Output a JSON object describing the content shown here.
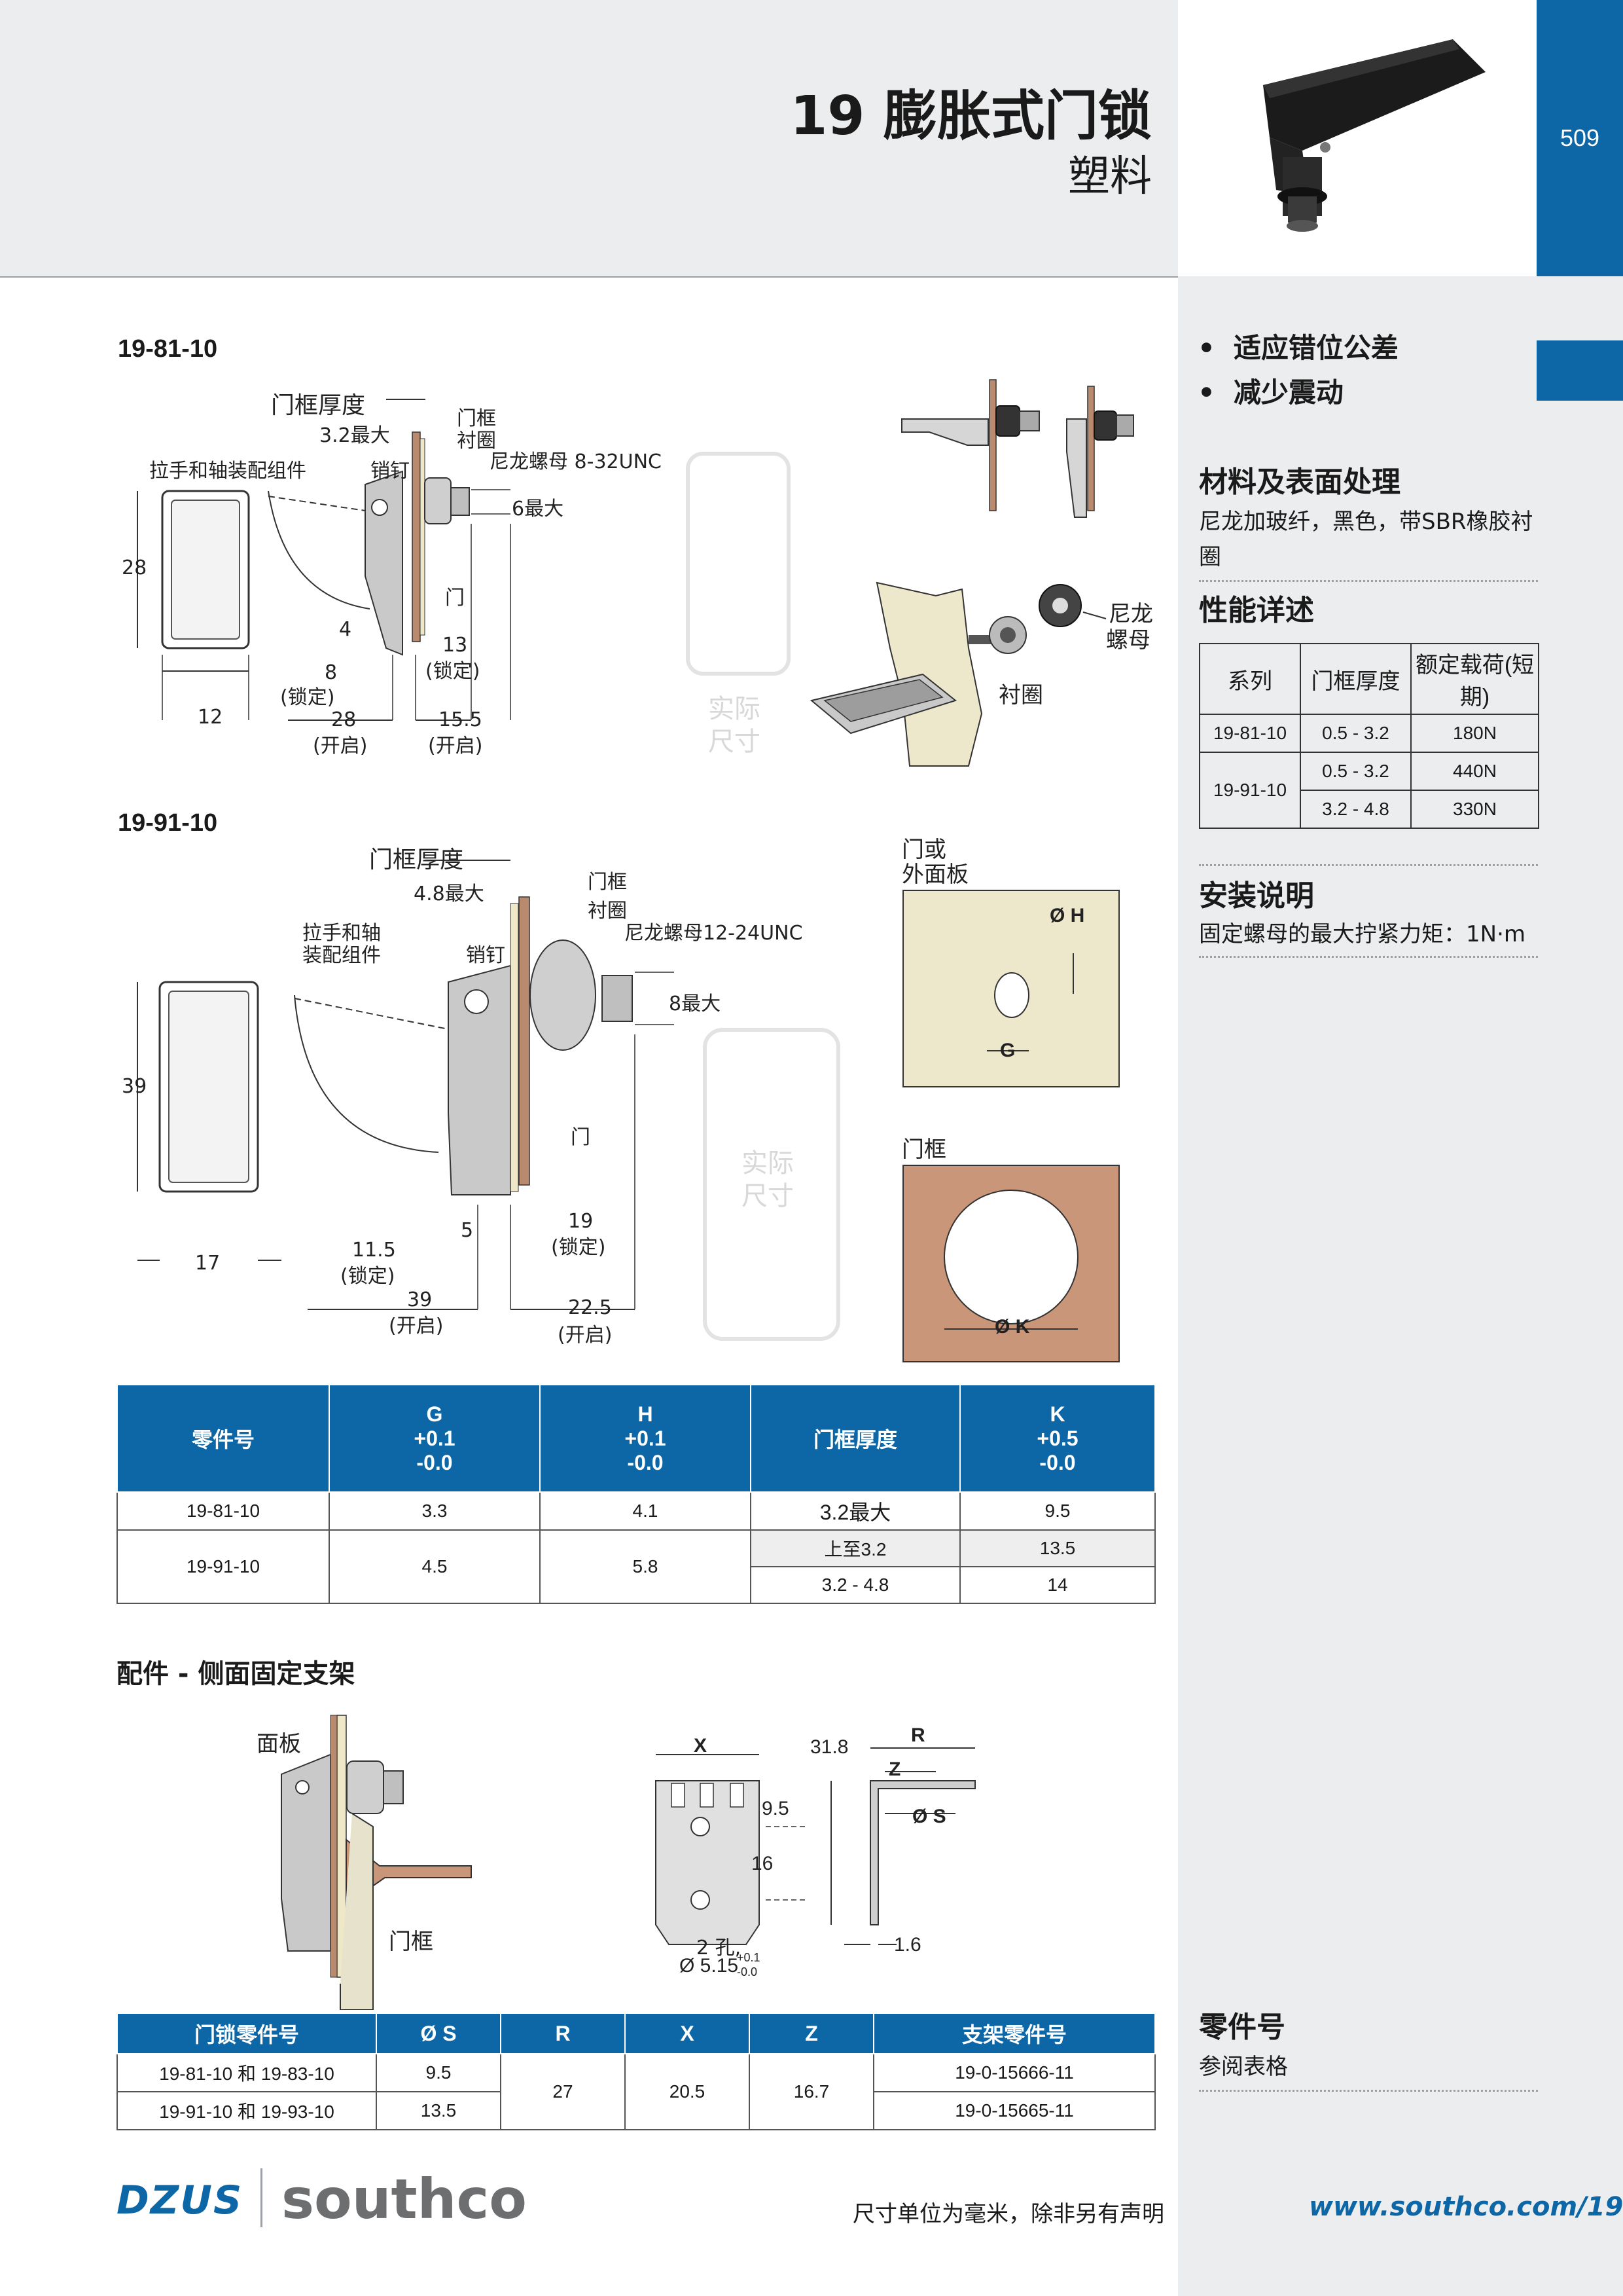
{
  "header": {
    "title": "19 膨胀式门锁",
    "subtitle": "塑料",
    "page_number": "509"
  },
  "sidebar": {
    "features": [
      "适应错位公差",
      "减少震动"
    ],
    "material_heading": "材料及表面处理",
    "material_text": "尼龙加玻纤，黑色，带SBR橡胶衬圈",
    "performance_heading": "性能详述",
    "performance_table": {
      "headers": [
        "系列",
        "门框厚度",
        "额定载荷(短期)"
      ],
      "rows": [
        [
          "19-81-10",
          "0.5 - 3.2",
          "180N"
        ],
        [
          "19-91-10",
          "0.5 - 3.2",
          "440N"
        ],
        [
          "",
          "3.2 - 4.8",
          "330N"
        ]
      ]
    },
    "install_heading": "安装说明",
    "install_text": "固定螺母的最大拧紧力矩：1N·m",
    "partno_heading": "零件号",
    "partno_text": "参阅表格"
  },
  "drawing1": {
    "part": "19-81-10",
    "labels": {
      "frame_thickness": "门框厚度",
      "max32": "3.2最大",
      "frame": "门框",
      "grommet": "衬圈",
      "nut": "尼龙螺母 8-32UNC",
      "handle": "拉手和轴装配组件",
      "pin": "销钉",
      "max6": "6最大",
      "door": "门",
      "h28": "28",
      "w12": "12",
      "d4": "4",
      "d8": "8",
      "locked": "(锁定)",
      "d13": "13",
      "d28": "28",
      "open": "(开启)",
      "d155": "15.5"
    }
  },
  "drawing2": {
    "part": "19-91-10",
    "labels": {
      "frame_thickness": "门框厚度",
      "max48": "4.8最大",
      "frame": "门框",
      "grommet": "衬圈",
      "nut": "尼龙螺母12-24UNC",
      "handle1": "拉手和轴",
      "handle2": "装配组件",
      "pin": "销钉",
      "max8": "8最大",
      "door": "门",
      "h39": "39",
      "w17": "17",
      "d5": "5",
      "d19": "19",
      "d115": "11.5",
      "d39": "39",
      "d225": "22.5",
      "locked": "(锁定)",
      "open": "(开启)"
    }
  },
  "iso": {
    "nut1": "尼龙",
    "nut2": "螺母",
    "grommet": "衬圈"
  },
  "cutouts": {
    "door_label1": "门或",
    "door_label2": "外面板",
    "h": "Ø H",
    "g": "G",
    "frame_label": "门框",
    "k": "Ø K"
  },
  "watermark": {
    "line1": "实际",
    "line2": "尺寸"
  },
  "main_table": {
    "headers": [
      "零件号",
      "G\n+0.1\n-0.0",
      "H\n+0.1\n-0.0",
      "门框厚度",
      "K\n+0.5\n-0.0"
    ],
    "header_lines": [
      [
        "零件号"
      ],
      [
        "G",
        "+0.1",
        "-0.0"
      ],
      [
        "H",
        "+0.1",
        "-0.0"
      ],
      [
        "门框厚度"
      ],
      [
        "K",
        "+0.5",
        "-0.0"
      ]
    ],
    "rows": [
      {
        "part": "19-81-10",
        "g": "3.3",
        "h": "4.1",
        "thick": "3.2最大",
        "k": "9.5"
      },
      {
        "part": "19-91-10",
        "g": "4.5",
        "h": "5.8",
        "thick": "上至3.2",
        "k": "13.5"
      },
      {
        "part": "",
        "g": "",
        "h": "",
        "thick": "3.2 - 4.8",
        "k": "14"
      }
    ]
  },
  "accessory": {
    "heading": "配件 - 侧面固定支架",
    "panel": "面板",
    "frame": "门框",
    "dims": {
      "x": "X",
      "r": "R",
      "z": "Z",
      "s": "Ø S",
      "d318": "31.8",
      "d95": "9.5",
      "d16": "16",
      "d16b": "1.6",
      "holes": "2 孔,",
      "holedia": "Ø 5.15",
      "tol_p": "+0.1",
      "tol_m": "-0.0"
    }
  },
  "bracket_table": {
    "headers": [
      "门锁零件号",
      "Ø S",
      "R",
      "X",
      "Z",
      "支架零件号"
    ],
    "rows": [
      {
        "part": "19-81-10 和 19-83-10",
        "s": "9.5",
        "r": "27",
        "x": "20.5",
        "z": "16.7",
        "bracket": "19-0-15666-11"
      },
      {
        "part": "19-91-10 和 19-93-10",
        "s": "13.5",
        "bracket": "19-0-15665-11"
      }
    ]
  },
  "footer": {
    "logo_dzus": "DZUS",
    "logo_southco": "southco",
    "note": "尺寸单位为毫米，除非另有声明",
    "url": "www.southco.com/19"
  }
}
